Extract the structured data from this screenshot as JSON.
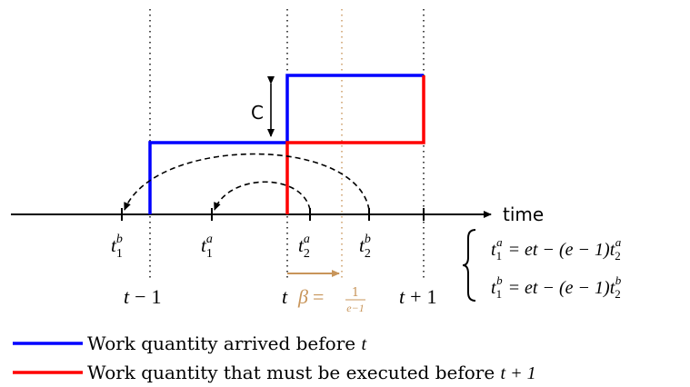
{
  "colors": {
    "arrived": "#0000ff",
    "must_execute": "#ff0000",
    "beta": "#c8955a",
    "axis": "#000000"
  },
  "axis": {
    "label": "time"
  },
  "gap_label": "C",
  "times": {
    "t_minus_1": {
      "main": "t",
      "op": "−",
      "num": "1"
    },
    "t": {
      "main": "t"
    },
    "t_plus_1": {
      "main": "t",
      "op": "+",
      "num": "1"
    }
  },
  "points": {
    "t1b": {
      "main": "t",
      "sub": "1",
      "sup": "b"
    },
    "t1a": {
      "main": "t",
      "sub": "1",
      "sup": "a"
    },
    "t2a": {
      "main": "t",
      "sub": "2",
      "sup": "a"
    },
    "t2b": {
      "main": "t",
      "sub": "2",
      "sup": "b"
    }
  },
  "beta": {
    "symbol": "β",
    "eq": "=",
    "numerator": "1",
    "denominator": "e−1"
  },
  "equations": [
    {
      "lhs_sub": "1",
      "lhs_sup": "a",
      "rhs_a": "= et − (e − 1)",
      "rhs_sub": "2",
      "rhs_sup": "a"
    },
    {
      "lhs_sub": "1",
      "lhs_sup": "b",
      "rhs_a": "= et − (e − 1)",
      "rhs_sub": "2",
      "rhs_sup": "b"
    }
  ],
  "legend": [
    {
      "text": "Work quantity arrived before ",
      "math": "t",
      "color": "#0000ff"
    },
    {
      "text": "Work quantity that must be executed before ",
      "math": "t + 1",
      "color": "#ff0000"
    }
  ]
}
